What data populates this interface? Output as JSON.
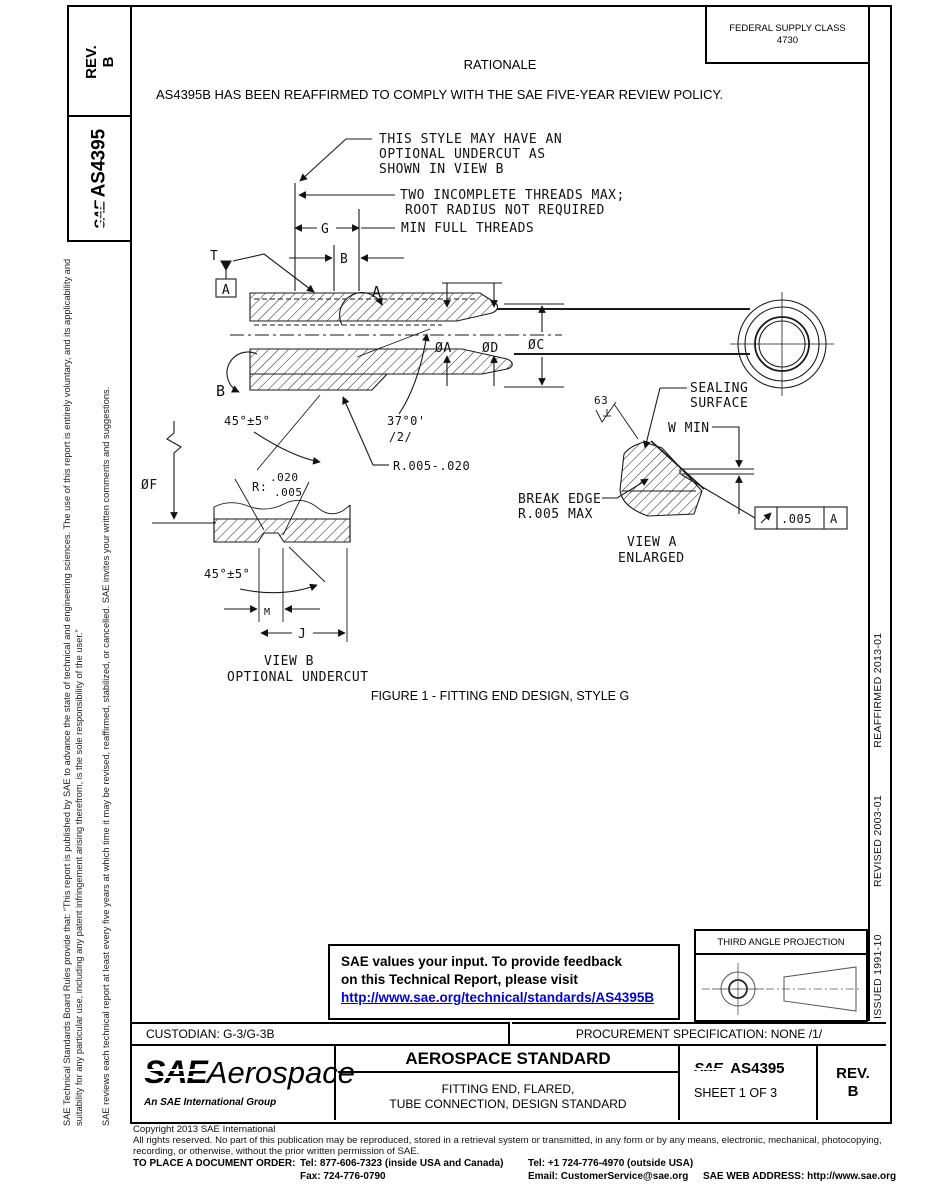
{
  "header": {
    "federal_supply_class_label": "FEDERAL SUPPLY CLASS",
    "federal_supply_class_value": "4730",
    "rationale_heading": "RATIONALE",
    "rationale_text": "AS4395B HAS BEEN REAFFIRMED TO COMPLY WITH THE SAE FIVE-YEAR REVIEW POLICY."
  },
  "left_sidebar": {
    "rev_label": "REV.",
    "rev_value": "B",
    "sae_logo": "SAE",
    "doc_number": "AS4395",
    "disclaimer_line1": "SAE Technical Standards Board Rules provide that: “This report is published by SAE to advance the state of technical and engineering sciences. The use of this report is entirely",
    "disclaimer_line2": "voluntary, and its applicability and suitability for any particular use, including any patent infringement arising therefrom, is the sole responsibility of the user.”",
    "review_note": "SAE reviews each technical report at least every five years at which time it may be revised, reaffirmed, stabilized, or cancelled. SAE invites your written comments and suggestions."
  },
  "right_sidebar": {
    "issued": "ISSUED 1991-10",
    "revised": "REVISED 2003-01",
    "reaffirmed": "REAFFIRMED 2013-01"
  },
  "figure": {
    "caption": "FIGURE 1 - FITTING END DESIGN, STYLE G",
    "labels": {
      "note_style1": "THIS STYLE MAY HAVE AN",
      "note_style2": "OPTIONAL UNDERCUT AS",
      "note_style3": "SHOWN IN VIEW B",
      "note_threads1": "TWO INCOMPLETE THREADS MAX;",
      "note_threads2": "ROOT RADIUS NOT REQUIRED",
      "note_min_full": "MIN FULL THREADS",
      "dim_g": "G",
      "dim_b": "B",
      "dim_t": "T",
      "datum_a": "A",
      "view_a_arrow": "A",
      "view_b_arrow": "B",
      "dia_a": "ØA",
      "dia_d": "ØD",
      "dia_c": "ØC",
      "dia_f": "ØF",
      "angle45_top": "45°±5°",
      "angle37": "37°0'",
      "note2": "/2/",
      "radius_range": "R.005-.020",
      "r_label": "R:",
      "r_top": ".020",
      "r_bot": ".005",
      "angle45_bottom": "45°±5°",
      "dim_m": "M",
      "dim_j": "J",
      "view_b1": "VIEW B",
      "view_b2": "OPTIONAL UNDERCUT",
      "finish63": "63",
      "sealing1": "SEALING",
      "sealing2": "SURFACE",
      "w_min": "W MIN",
      "break1": "BREAK EDGE",
      "break2": "R.005 MAX",
      "view_a1": "VIEW A",
      "view_a2": "ENLARGED",
      "fcf_tol": ".005",
      "fcf_datum": "A"
    }
  },
  "feedback_box": {
    "line1": "SAE values your input. To provide feedback",
    "line2": "on this Technical Report, please visit",
    "link": "http://www.sae.org/technical/standards/AS4395B"
  },
  "projection_box": {
    "title": "THIRD ANGLE PROJECTION"
  },
  "title_block": {
    "custodian": "CUSTODIAN: G-3/G-3B",
    "procurement": "PROCUREMENT SPECIFICATION: NONE /1/",
    "logo_sae": "SAE",
    "logo_aerospace": "Aerospace",
    "logo_tagline": "An SAE International Group",
    "standard_type": "AEROSPACE STANDARD",
    "title_line1": "FITTING END, FLARED,",
    "title_line2": "TUBE CONNECTION, DESIGN STANDARD",
    "doc_sae": "SAE",
    "doc_number": "AS4395",
    "sheet": "SHEET 1 OF 3",
    "rev_label": "REV.",
    "rev_value": "B"
  },
  "footer": {
    "copyright": "Copyright 2013 SAE International",
    "rights_line1": "All rights reserved. No part of this publication may be reproduced, stored in a retrieval system or transmitted, in any form or by any means, electronic, mechanical, photocopying,",
    "rights_line2": "recording, or otherwise, without the prior written permission of SAE.",
    "order_label": "TO PLACE A DOCUMENT ORDER:",
    "tel_inside": "Tel: 877-606-7323 (inside USA and Canada)",
    "tel_outside": "Tel: +1 724-776-4970 (outside USA)",
    "fax": "Fax: 724-776-0790",
    "email": "Email: CustomerService@sae.org",
    "web": "SAE WEB ADDRESS: http://www.sae.org"
  }
}
